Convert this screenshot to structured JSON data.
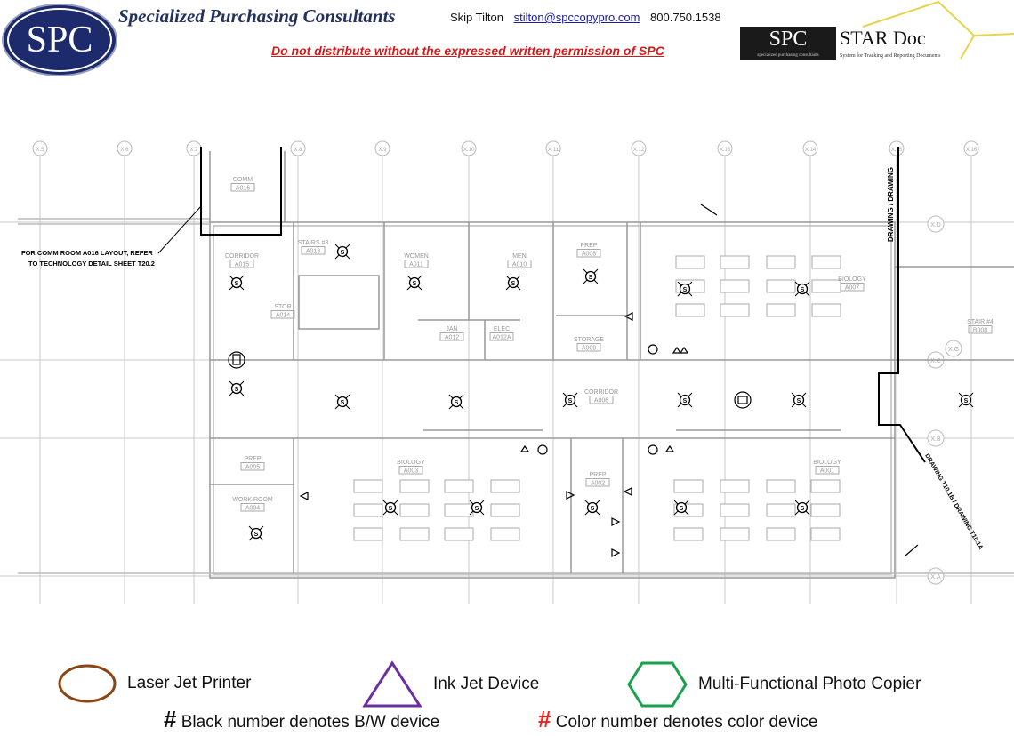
{
  "header": {
    "logo_text": "SPC",
    "company": "Specialized Purchasing Consultants",
    "contact_name": "Skip Tilton",
    "contact_email": "stilton@spccopypro.com",
    "contact_phone": "800.750.1538",
    "warning": "Do not distribute without the expressed written permission of SPC",
    "star_logo_mark": "SPC",
    "star_logo_mark_sub": "specialized purchasing consultants",
    "star_logo_name": "STAR Doc",
    "star_logo_tagline": "System for Tracking and Reporting Documents"
  },
  "plan": {
    "note_line1": "FOR COMM ROOM A016 LAYOUT, REFER",
    "note_line2": "TO TECHNOLOGY DETAIL SHEET T20.2",
    "match_line_top": "DRAWING / DRAWING",
    "match_line_bottom": "DRAWING T10.1B / DRAWING T10.1A",
    "symbol_letter": "S",
    "grid_columns": [
      "X.5",
      "X.6",
      "X.7",
      "X.8",
      "X.9",
      "X.10",
      "X.11",
      "X.12",
      "X.13",
      "X.14",
      "X.15",
      "X.16"
    ],
    "grid_rows": [
      "X.D",
      "X.C",
      "X.B",
      "X.A",
      "X.G"
    ],
    "rooms": [
      {
        "name": "COMM",
        "code": "A016"
      },
      {
        "name": "CORRIDOR",
        "code": "A015"
      },
      {
        "name": "STAIRS #3",
        "code": "A013"
      },
      {
        "name": "STOR",
        "code": "A014"
      },
      {
        "name": "WOMEN",
        "code": "A011"
      },
      {
        "name": "MEN",
        "code": "A010"
      },
      {
        "name": "JAN",
        "code": "A012"
      },
      {
        "name": "ELEC",
        "code": "A012A"
      },
      {
        "name": "PREP",
        "code": "A008"
      },
      {
        "name": "STORAGE",
        "code": "A009"
      },
      {
        "name": "BIOLOGY",
        "code": "A007"
      },
      {
        "name": "STAIR #4",
        "code": "B008"
      },
      {
        "name": "CORRIDOR",
        "code": "A006"
      },
      {
        "name": "PREP",
        "code": "A005"
      },
      {
        "name": "WORK ROOM",
        "code": "A004"
      },
      {
        "name": "BIOLOGY",
        "code": "A003"
      },
      {
        "name": "PREP",
        "code": "A002"
      },
      {
        "name": "BIOLOGY",
        "code": "A001"
      }
    ]
  },
  "legend": {
    "laser": "Laser Jet Printer",
    "inkjet": "Ink Jet Device",
    "mfp": "Multi-Functional Photo Copier",
    "hash": "#",
    "bw_note": "Black number denotes B/W device",
    "color_note": "Color number denotes color device",
    "colors": {
      "laser": "#8b4513",
      "inkjet": "#6a2fa0",
      "mfp": "#16a34a",
      "color_hash": "#ff1a1a"
    }
  }
}
